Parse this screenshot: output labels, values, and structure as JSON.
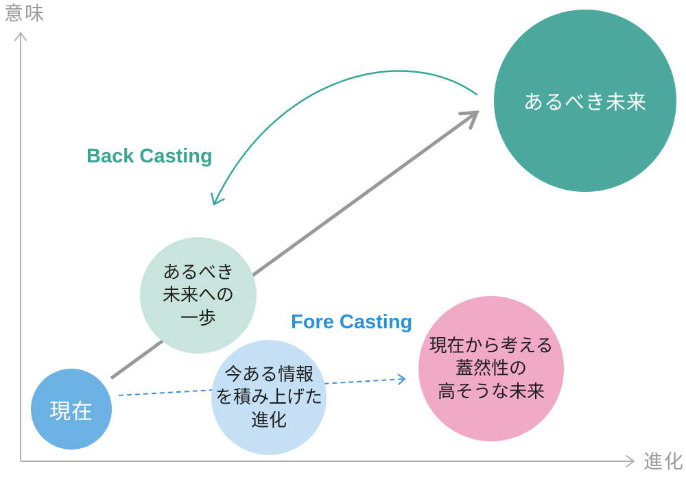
{
  "diagram": {
    "axes": {
      "y_label": "意味",
      "x_label": "進化"
    },
    "annotations": {
      "back_casting": "Back Casting",
      "fore_casting": "Fore Casting"
    },
    "nodes": {
      "present": {
        "label": "現在",
        "color": "#6bb1e3"
      },
      "ideal_step": {
        "line1": "あるべき",
        "line2": "未来への",
        "line3": "一歩",
        "color": "#c9e4dc"
      },
      "incremental_evolution": {
        "line1": "今ある情報",
        "line2": "を積み上げた",
        "line3": "進化",
        "color": "#c5e0f5"
      },
      "probable_future": {
        "line1": "現在から考える",
        "line2": "蓋然性の",
        "line3": "高そうな未来",
        "color": "#f0aac6"
      },
      "ideal_future": {
        "label": "あるべき未来",
        "color": "#4aa89c"
      }
    },
    "colors": {
      "back_casting_text": "#3aa493",
      "fore_casting_text": "#2d90d8",
      "back_casting_arrow": "#35a795",
      "fore_casting_arrow": "#3e8fd2",
      "main_arrow": "#999999",
      "axis": "#b3b3b3",
      "axis_label_text": "#9b9b9b"
    }
  }
}
